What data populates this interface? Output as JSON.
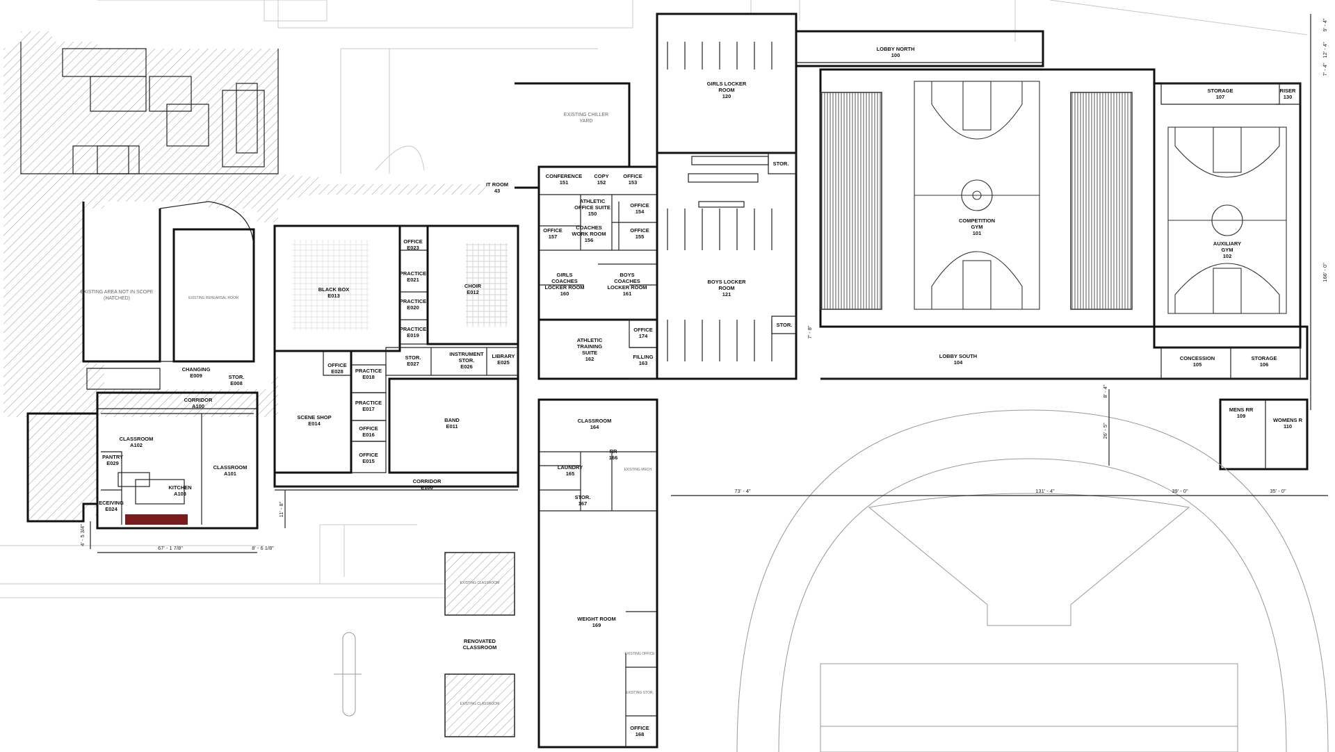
{
  "rooms": [
    {
      "id": "lobby-north",
      "name": "LOBBY NORTH",
      "number": "100"
    },
    {
      "id": "girls-locker",
      "name": "GIRLS LOCKER ROOM",
      "number": "120"
    },
    {
      "id": "storage-107",
      "name": "STORAGE",
      "number": "107"
    },
    {
      "id": "riser-130",
      "name": "RISER",
      "number": "130"
    },
    {
      "id": "competition-gym",
      "name": "COMPETITION GYM",
      "number": "101"
    },
    {
      "id": "auxiliary-gym",
      "name": "AUXILIARY GYM",
      "number": "102"
    },
    {
      "id": "lobby-south",
      "name": "LOBBY SOUTH",
      "number": "104"
    },
    {
      "id": "concession",
      "name": "CONCESSION",
      "number": "105"
    },
    {
      "id": "storage-106",
      "name": "STORAGE",
      "number": "106"
    },
    {
      "id": "mens-rr",
      "name": "MENS RR",
      "number": "109"
    },
    {
      "id": "womens-rr",
      "name": "WOMENS R",
      "number": "110"
    },
    {
      "id": "conference",
      "name": "CONFERENCE",
      "number": "151"
    },
    {
      "id": "copy",
      "name": "COPY",
      "number": "152"
    },
    {
      "id": "office-153",
      "name": "OFFICE",
      "number": "153"
    },
    {
      "id": "office-154",
      "name": "OFFICE",
      "number": "154"
    },
    {
      "id": "office-155",
      "name": "OFFICE",
      "number": "155"
    },
    {
      "id": "office-157",
      "name": "OFFICE",
      "number": "157"
    },
    {
      "id": "athletic-office",
      "name": "ATHLETIC OFFICE SUITE",
      "number": "150"
    },
    {
      "id": "coaches-work",
      "name": "COACHES WORK ROOM",
      "number": "156"
    },
    {
      "id": "girls-coaches",
      "name": "GIRLS COACHES LOCKER ROOM",
      "number": "160"
    },
    {
      "id": "boys-coaches",
      "name": "BOYS COACHES LOCKER ROOM",
      "number": "161"
    },
    {
      "id": "boys-locker",
      "name": "BOYS LOCKER ROOM",
      "number": "121"
    },
    {
      "id": "athletic-training",
      "name": "ATHLETIC TRAINING SUITE",
      "number": "162"
    },
    {
      "id": "office-174",
      "name": "OFFICE",
      "number": "174"
    },
    {
      "id": "filling-163",
      "name": "FILLING",
      "number": "163"
    },
    {
      "id": "it-room",
      "name": "IT ROOM",
      "number": "43"
    },
    {
      "id": "black-box",
      "name": "BLACK BOX",
      "number": "E013"
    },
    {
      "id": "office-e023",
      "name": "OFFICE",
      "number": "E023"
    },
    {
      "id": "practice-e021",
      "name": "PRACTICE",
      "number": "E021"
    },
    {
      "id": "practice-e020",
      "name": "PRACTICE",
      "number": "E020"
    },
    {
      "id": "practice-e019",
      "name": "PRACTICE",
      "number": "E019"
    },
    {
      "id": "choir",
      "name": "CHOIR",
      "number": "E012"
    },
    {
      "id": "stor-e027",
      "name": "STOR.",
      "number": "E027"
    },
    {
      "id": "instrument-stor",
      "name": "INSTRUMENT STOR.",
      "number": "E026"
    },
    {
      "id": "library",
      "name": "LIBRARY",
      "number": "E025"
    },
    {
      "id": "office-e028",
      "name": "OFFICE",
      "number": "E028"
    },
    {
      "id": "practice-e018",
      "name": "PRACTICE",
      "number": "E018"
    },
    {
      "id": "practice-e017",
      "name": "PRACTICE",
      "number": "E017"
    },
    {
      "id": "office-e016",
      "name": "OFFICE",
      "number": "E016"
    },
    {
      "id": "office-e015",
      "name": "OFFICE",
      "number": "E015"
    },
    {
      "id": "scene-shop",
      "name": "SCENE SHOP",
      "number": "E014"
    },
    {
      "id": "band",
      "name": "BAND",
      "number": "E011"
    },
    {
      "id": "corridor-e100",
      "name": "CORRIDOR",
      "number": "E100"
    },
    {
      "id": "changing",
      "name": "CHANGING",
      "number": "E009"
    },
    {
      "id": "stor-e008",
      "name": "STOR.",
      "number": "E008"
    },
    {
      "id": "corridor-a100",
      "name": "CORRIDOR",
      "number": "A100"
    },
    {
      "id": "classroom-a102",
      "name": "CLASSROOM",
      "number": "A102"
    },
    {
      "id": "pantry",
      "name": "PANTRY",
      "number": "E029"
    },
    {
      "id": "kitchen",
      "name": "KITCHEN",
      "number": "A103"
    },
    {
      "id": "classroom-a101",
      "name": "CLASSROOM",
      "number": "A101"
    },
    {
      "id": "receiving",
      "name": "ECEIVING",
      "number": "E024"
    },
    {
      "id": "classroom-164",
      "name": "CLASSROOM",
      "number": "164"
    },
    {
      "id": "laundry",
      "name": "LAUNDRY",
      "number": "165"
    },
    {
      "id": "rr-166",
      "name": "RR",
      "number": "166"
    },
    {
      "id": "stor-167",
      "name": "STOR.",
      "number": "167"
    },
    {
      "id": "weight-room",
      "name": "WEIGHT ROOM",
      "number": "169"
    },
    {
      "id": "office-168",
      "name": "OFFICE",
      "number": "168"
    },
    {
      "id": "stor-girls",
      "name": "STOR.",
      "number": ""
    },
    {
      "id": "stor-boys",
      "name": "STOR.",
      "number": ""
    },
    {
      "id": "renovated-classroom",
      "name": "RENOVATED CLASSROOM",
      "number": ""
    }
  ],
  "notes": {
    "chiller_yard": "EXISTING CHILLER YARD",
    "not_in_scope": "EXISTING AREA NOT IN SCOPE (HATCHED)",
    "rehearsal_room": "EXISTING REHEARSAL ROOM",
    "existing_mech": "EXISTING MECH.",
    "existing_office": "EXISTING OFFICE",
    "existing_stor": "EXISTING STOR.",
    "existing_classroom_1": "EXISTING CLASSROOM",
    "existing_classroom_2": "EXISTING CLASSROOM"
  },
  "dimensions": {
    "d_73_4": "73' - 4\"",
    "d_131_4": "131' - 4\"",
    "d_39_0": "39' - 0\"",
    "d_35_0": "35' - 0\"",
    "d_67_1_78": "67' - 1 7/8\"",
    "d_8_6_18": "8' - 6 1/8\"",
    "d_11_8": "11' - 8\"",
    "d_4_5_34": "4' - 5 3/4\"",
    "d_8_4": "8' - 4\"",
    "d_26_5": "26' - 5\"",
    "d_166_0": "166' - 0\"",
    "d_9_4": "9' - 4\"",
    "d_12_4": "12' - 4\"",
    "d_7_4": "7' - 4\"",
    "d_7_8": "7' - 8\""
  }
}
